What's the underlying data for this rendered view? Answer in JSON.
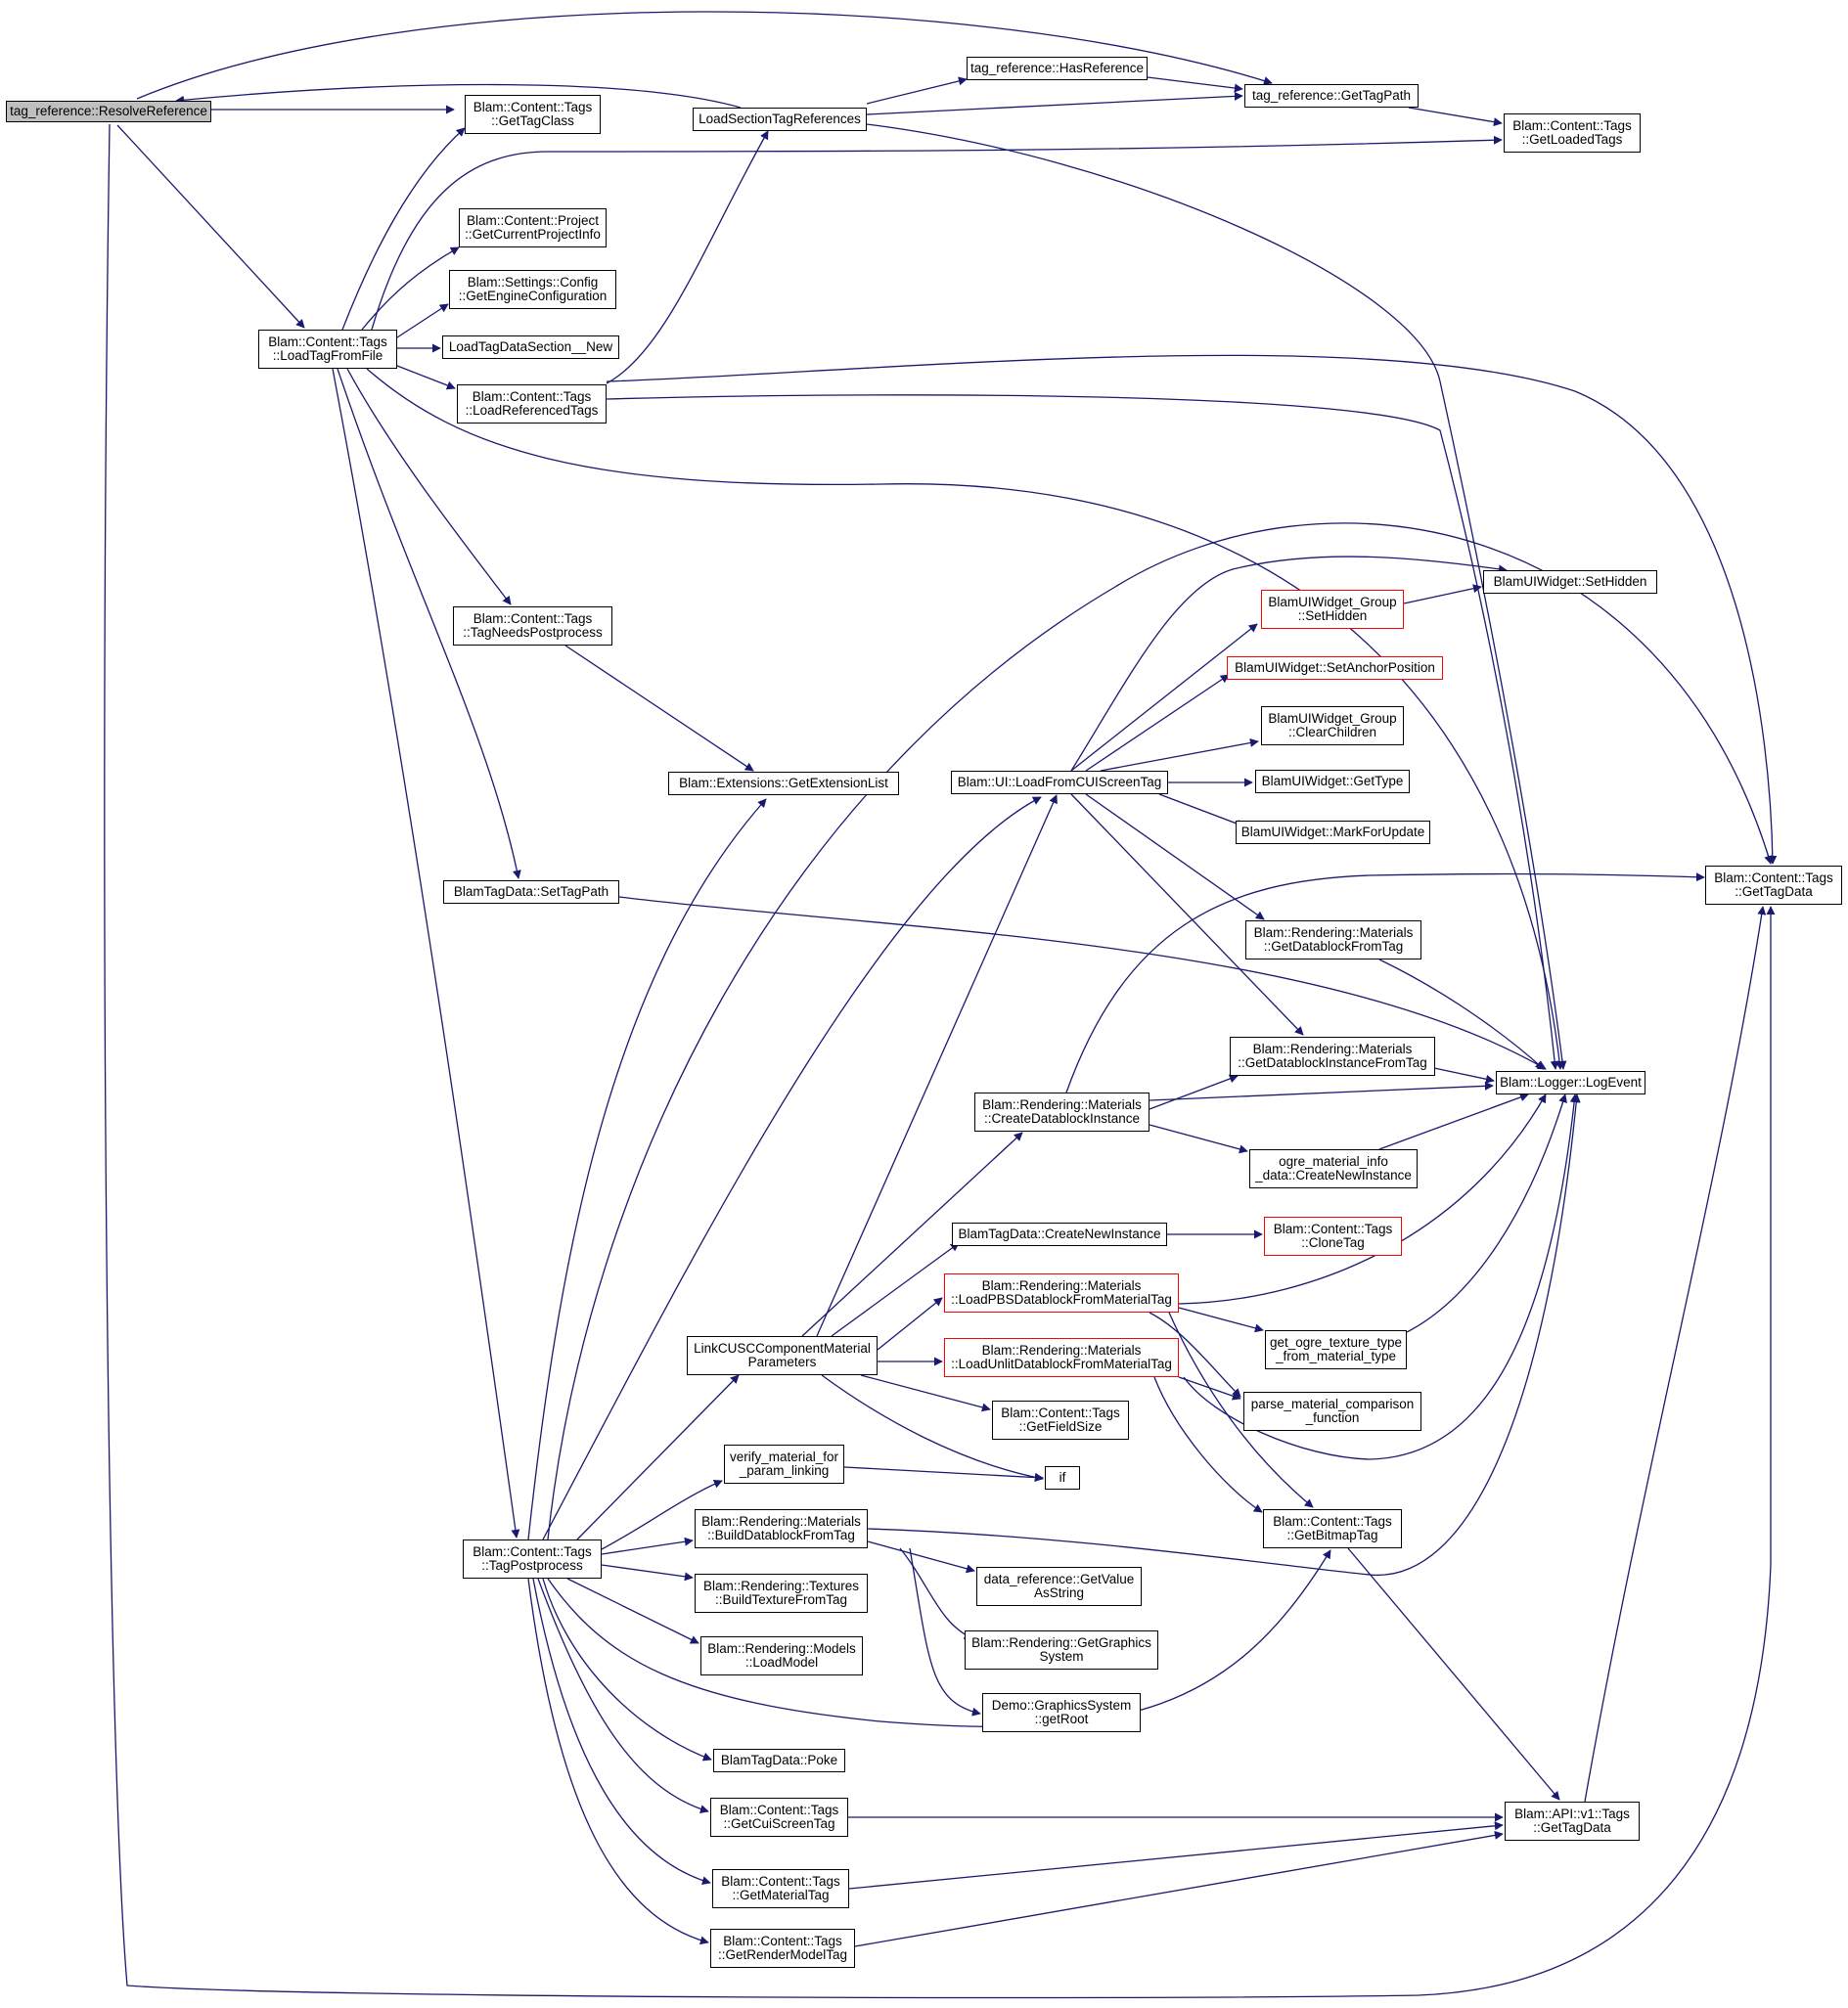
{
  "colors": {
    "edge": "#191970",
    "node_border": "#000000",
    "truncated_border": "#ff0000",
    "root_fill": "#bfbfbf"
  },
  "nodes": [
    {
      "id": "resolve_ref",
      "lines": [
        "tag_reference::ResolveReference"
      ],
      "root": true
    },
    {
      "id": "get_tag_class",
      "lines": [
        "Blam::Content::Tags",
        "::GetTagClass"
      ]
    },
    {
      "id": "load_section_refs",
      "lines": [
        "LoadSectionTagReferences"
      ]
    },
    {
      "id": "has_reference",
      "lines": [
        "tag_reference::HasReference"
      ]
    },
    {
      "id": "get_tag_path",
      "lines": [
        "tag_reference::GetTagPath"
      ]
    },
    {
      "id": "get_loaded_tags",
      "lines": [
        "Blam::Content::Tags",
        "::GetLoadedTags"
      ]
    },
    {
      "id": "get_current_project_info",
      "lines": [
        "Blam::Content::Project",
        "::GetCurrentProjectInfo"
      ]
    },
    {
      "id": "get_engine_config",
      "lines": [
        "Blam::Settings::Config",
        "::GetEngineConfiguration"
      ]
    },
    {
      "id": "load_tag_from_file",
      "lines": [
        "Blam::Content::Tags",
        "::LoadTagFromFile"
      ]
    },
    {
      "id": "load_tag_data_section_new",
      "lines": [
        "LoadTagDataSection__New"
      ]
    },
    {
      "id": "load_referenced_tags",
      "lines": [
        "Blam::Content::Tags",
        "::LoadReferencedTags"
      ]
    },
    {
      "id": "ui_widget_set_hidden",
      "lines": [
        "BlamUIWidget::SetHidden"
      ]
    },
    {
      "id": "ui_widget_group_set_hidden",
      "lines": [
        "BlamUIWidget_Group",
        "::SetHidden"
      ],
      "truncated": true
    },
    {
      "id": "tag_needs_postprocess",
      "lines": [
        "Blam::Content::Tags",
        "::TagNeedsPostprocess"
      ]
    },
    {
      "id": "set_anchor_position",
      "lines": [
        "BlamUIWidget::SetAnchorPosition"
      ],
      "truncated": true
    },
    {
      "id": "clear_children",
      "lines": [
        "BlamUIWidget_Group",
        "::ClearChildren"
      ]
    },
    {
      "id": "get_extension_list",
      "lines": [
        "Blam::Extensions::GetExtensionList"
      ]
    },
    {
      "id": "load_from_cui_screen_tag",
      "lines": [
        "Blam::UI::LoadFromCUIScreenTag"
      ]
    },
    {
      "id": "ui_widget_get_type",
      "lines": [
        "BlamUIWidget::GetType"
      ]
    },
    {
      "id": "mark_for_update",
      "lines": [
        "BlamUIWidget::MarkForUpdate"
      ]
    },
    {
      "id": "content_get_tag_data",
      "lines": [
        "Blam::Content::Tags",
        "::GetTagData"
      ]
    },
    {
      "id": "set_tag_path",
      "lines": [
        "BlamTagData::SetTagPath"
      ]
    },
    {
      "id": "get_datablock_from_tag",
      "lines": [
        "Blam::Rendering::Materials",
        "::GetDatablockFromTag"
      ]
    },
    {
      "id": "get_datablock_instance_from_tag",
      "lines": [
        "Blam::Rendering::Materials",
        "::GetDatablockInstanceFromTag"
      ]
    },
    {
      "id": "log_event",
      "lines": [
        "Blam::Logger::LogEvent"
      ]
    },
    {
      "id": "create_datablock_instance",
      "lines": [
        "Blam::Rendering::Materials",
        "::CreateDatablockInstance"
      ]
    },
    {
      "id": "ogre_create_new_instance",
      "lines": [
        "ogre_material_info",
        "_data::CreateNewInstance"
      ]
    },
    {
      "id": "tagdata_create_new_instance",
      "lines": [
        "BlamTagData::CreateNewInstance"
      ]
    },
    {
      "id": "clone_tag",
      "lines": [
        "Blam::Content::Tags",
        "::CloneTag"
      ],
      "truncated": true
    },
    {
      "id": "load_pbs_datablock",
      "lines": [
        "Blam::Rendering::Materials",
        "::LoadPBSDatablockFromMaterialTag"
      ],
      "truncated": true
    },
    {
      "id": "get_ogre_texture_type",
      "lines": [
        "get_ogre_texture_type",
        "_from_material_type"
      ]
    },
    {
      "id": "link_cusc_params",
      "lines": [
        "LinkCUSCComponentMaterial",
        "Parameters"
      ]
    },
    {
      "id": "load_unlit_datablock",
      "lines": [
        "Blam::Rendering::Materials",
        "::LoadUnlitDatablockFromMaterialTag"
      ],
      "truncated": true
    },
    {
      "id": "parse_material_comparison",
      "lines": [
        "parse_material_comparison",
        "_function"
      ]
    },
    {
      "id": "get_field_size",
      "lines": [
        "Blam::Content::Tags",
        "::GetFieldSize"
      ]
    },
    {
      "id": "verify_material",
      "lines": [
        "verify_material_for",
        "_param_linking"
      ]
    },
    {
      "id": "if_node",
      "lines": [
        "if"
      ]
    },
    {
      "id": "build_datablock_from_tag",
      "lines": [
        "Blam::Rendering::Materials",
        "::BuildDatablockFromTag"
      ]
    },
    {
      "id": "get_bitmap_tag",
      "lines": [
        "Blam::Content::Tags",
        "::GetBitmapTag"
      ]
    },
    {
      "id": "tag_postprocess",
      "lines": [
        "Blam::Content::Tags",
        "::TagPostprocess"
      ]
    },
    {
      "id": "get_value_as_string",
      "lines": [
        "data_reference::GetValue",
        "AsString"
      ]
    },
    {
      "id": "build_texture_from_tag",
      "lines": [
        "Blam::Rendering::Textures",
        "::BuildTextureFromTag"
      ]
    },
    {
      "id": "get_graphics_system",
      "lines": [
        "Blam::Rendering::GetGraphics",
        "System"
      ]
    },
    {
      "id": "load_model",
      "lines": [
        "Blam::Rendering::Models",
        "::LoadModel"
      ]
    },
    {
      "id": "demo_get_root",
      "lines": [
        "Demo::GraphicsSystem",
        "::getRoot"
      ]
    },
    {
      "id": "tagdata_poke",
      "lines": [
        "BlamTagData::Poke"
      ]
    },
    {
      "id": "get_cui_screen_tag",
      "lines": [
        "Blam::Content::Tags",
        "::GetCuiScreenTag"
      ]
    },
    {
      "id": "api_get_tag_data",
      "lines": [
        "Blam::API::v1::Tags",
        "::GetTagData"
      ]
    },
    {
      "id": "get_material_tag",
      "lines": [
        "Blam::Content::Tags",
        "::GetMaterialTag"
      ]
    },
    {
      "id": "get_render_model_tag",
      "lines": [
        "Blam::Content::Tags",
        "::GetRenderModelTag"
      ]
    }
  ]
}
